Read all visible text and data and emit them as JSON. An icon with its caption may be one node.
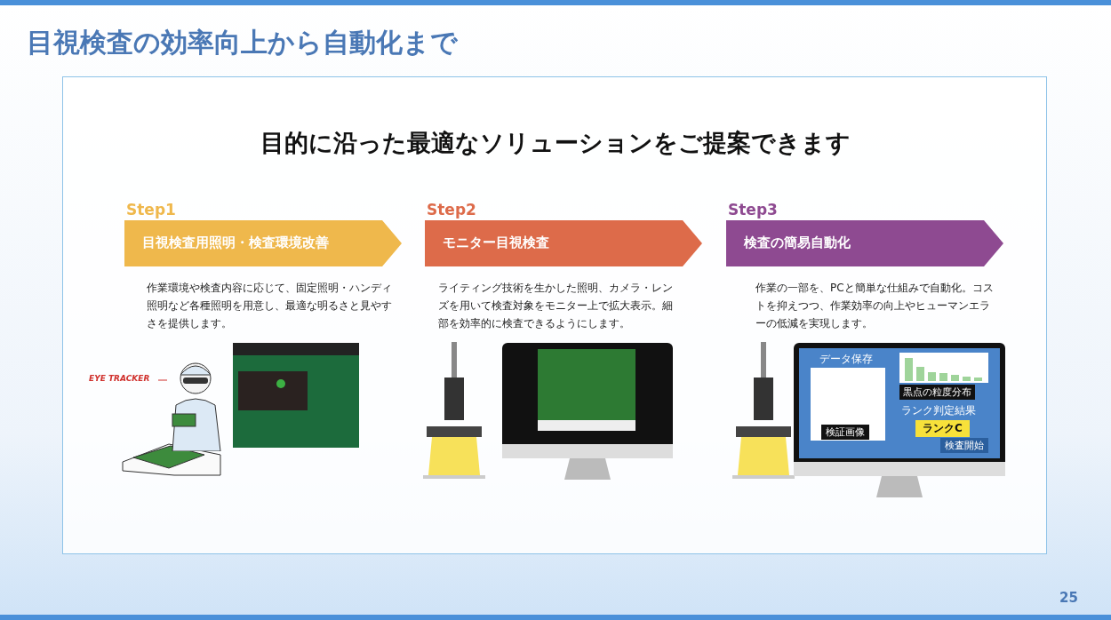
{
  "diagram": {
    "title": "目視検査の効率向上から自動化まで",
    "nodes": [
      {
        "text": [
          "Step1",
          "目視検査用照明・検査環境改善"
        ],
        "beside": [
          "作業環境や検査内容に応じて、固定照明・ハンディ照明など各種照明を用意し、最適な明るさと見やすさを提供します。"
        ]
      },
      {
        "text": [
          "Step2",
          "モニター目視検査"
        ],
        "beside": [
          "ライティング技術を生かした照明、カメラ・レンズを用いて検査対象をモニター上で拡大表示。細部を効率的に検査できるようにします。"
        ]
      },
      {
        "text": [
          "Step3",
          "検査の簡易自動化"
        ],
        "beside": [
          "作業の一部を、PCと簡単な仕組みで自動化。コストを抑えつつ、作業効率の向上やヒューマンエラーの低減を実現します。"
        ]
      },
      {
        "text": [
          "EYE TRACKER"
        ]
      },
      {
        "text": [],
        "shape": "picture"
      }
    ],
    "edges": [
      {
        "from": 3,
        "to": 4,
        "arrow": "none"
      }
    ],
    "labels": [
      "目的に沿った最適なソリューションをご提案できます",
      "データ保存",
      "黒点の粒度分布",
      "ランク判定結果",
      "ランクC",
      "検証画像",
      "検査開始",
      "25"
    ]
  }
}
